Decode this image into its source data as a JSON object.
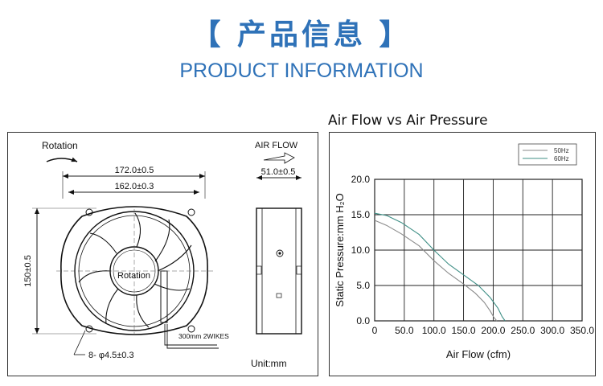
{
  "header": {
    "title_cn": "【 产品信息 】",
    "title_en": "PRODUCT INFORMATION"
  },
  "drawing": {
    "rotation_label": "Rotation",
    "rotation_inner_label": "Rotation",
    "airflow_label": "AIR FLOW",
    "dim_outer_width": "172.0±0.5",
    "dim_inner_width": "162.0±0.3",
    "dim_height": "150±0.5",
    "dim_depth": "51.0±0.5",
    "dim_holes": "8- φ4.5±0.3",
    "wire_label": "300mm 2WIKES",
    "unit_label": "Unit:mm"
  },
  "chart_data": {
    "type": "line",
    "title": "Air Flow vs Air Pressure",
    "xlabel": "Air Flow (cfm)",
    "ylabel": "Static Pressure:mm H₂O",
    "xlim": [
      0,
      350
    ],
    "ylim": [
      0,
      20
    ],
    "xticks": [
      "0",
      "50.0",
      "100.0",
      "150.0",
      "200.0",
      "250.0",
      "300.0",
      "350.0"
    ],
    "yticks": [
      "0.0",
      "5.0",
      "10.0",
      "15.0",
      "20.0"
    ],
    "grid": true,
    "legend_position": "top-right",
    "series": [
      {
        "name": "50Hz",
        "color": "#8a8a8a",
        "x": [
          0,
          20,
          45,
          75,
          100,
          125,
          150,
          170,
          185,
          195,
          201,
          206
        ],
        "y": [
          14.2,
          13.5,
          12.3,
          10.6,
          8.5,
          6.7,
          5.2,
          3.9,
          2.6,
          1.4,
          0.5,
          0
        ]
      },
      {
        "name": "60Hz",
        "color": "#3f8f86",
        "x": [
          0,
          20,
          45,
          75,
          100,
          125,
          150,
          175,
          195,
          208,
          215,
          220
        ],
        "y": [
          15.2,
          14.9,
          13.9,
          12.2,
          10.0,
          8.0,
          6.5,
          5.0,
          3.3,
          1.8,
          0.6,
          0
        ]
      }
    ]
  }
}
